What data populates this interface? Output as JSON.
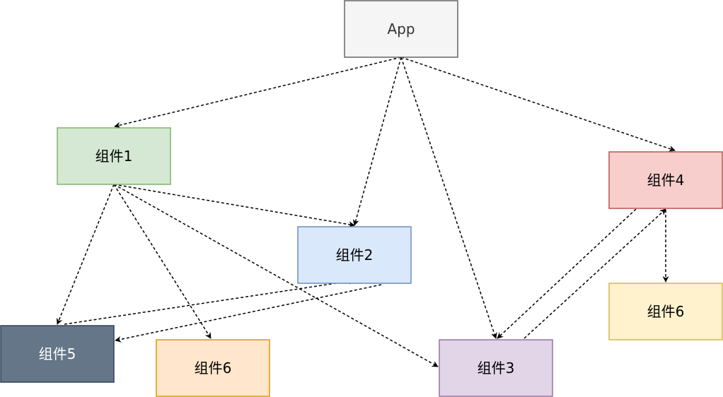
{
  "nodes": [
    {
      "id": "app",
      "label": "App",
      "fill": "#f5f5f5",
      "stroke": "#666666",
      "text": "#333333"
    },
    {
      "id": "c1",
      "label": "组件1",
      "fill": "#d5e8d4",
      "stroke": "#82b366",
      "text": "#000000"
    },
    {
      "id": "c2",
      "label": "组件2",
      "fill": "#dae8fc",
      "stroke": "#6c8ebf",
      "text": "#000000"
    },
    {
      "id": "c3",
      "label": "组件3",
      "fill": "#e1d5e7",
      "stroke": "#9673a6",
      "text": "#000000"
    },
    {
      "id": "c4",
      "label": "组件4",
      "fill": "#f8cecc",
      "stroke": "#b85450",
      "text": "#000000"
    },
    {
      "id": "c5",
      "label": "组件5",
      "fill": "#647687",
      "stroke": "#314354",
      "text": "#ffffff"
    },
    {
      "id": "c6a",
      "label": "组件6",
      "fill": "#ffe6cc",
      "stroke": "#d79b00",
      "text": "#000000"
    },
    {
      "id": "c6b",
      "label": "组件6",
      "fill": "#fff2cc",
      "stroke": "#d6b656",
      "text": "#000000"
    }
  ],
  "edges": [
    {
      "from": "app",
      "to": "c1"
    },
    {
      "from": "app",
      "to": "c2"
    },
    {
      "from": "app",
      "to": "c3"
    },
    {
      "from": "app",
      "to": "c4"
    },
    {
      "from": "c1",
      "to": "c5"
    },
    {
      "from": "c1",
      "to": "c6a"
    },
    {
      "from": "c1",
      "to": "c2"
    },
    {
      "from": "c1",
      "to": "c3"
    },
    {
      "from": "c5",
      "to": "c2"
    },
    {
      "from": "c2",
      "to": "c5"
    },
    {
      "from": "c4",
      "to": "c3"
    },
    {
      "from": "c3",
      "to": "c4"
    },
    {
      "from": "c4",
      "to": "c6b"
    }
  ]
}
